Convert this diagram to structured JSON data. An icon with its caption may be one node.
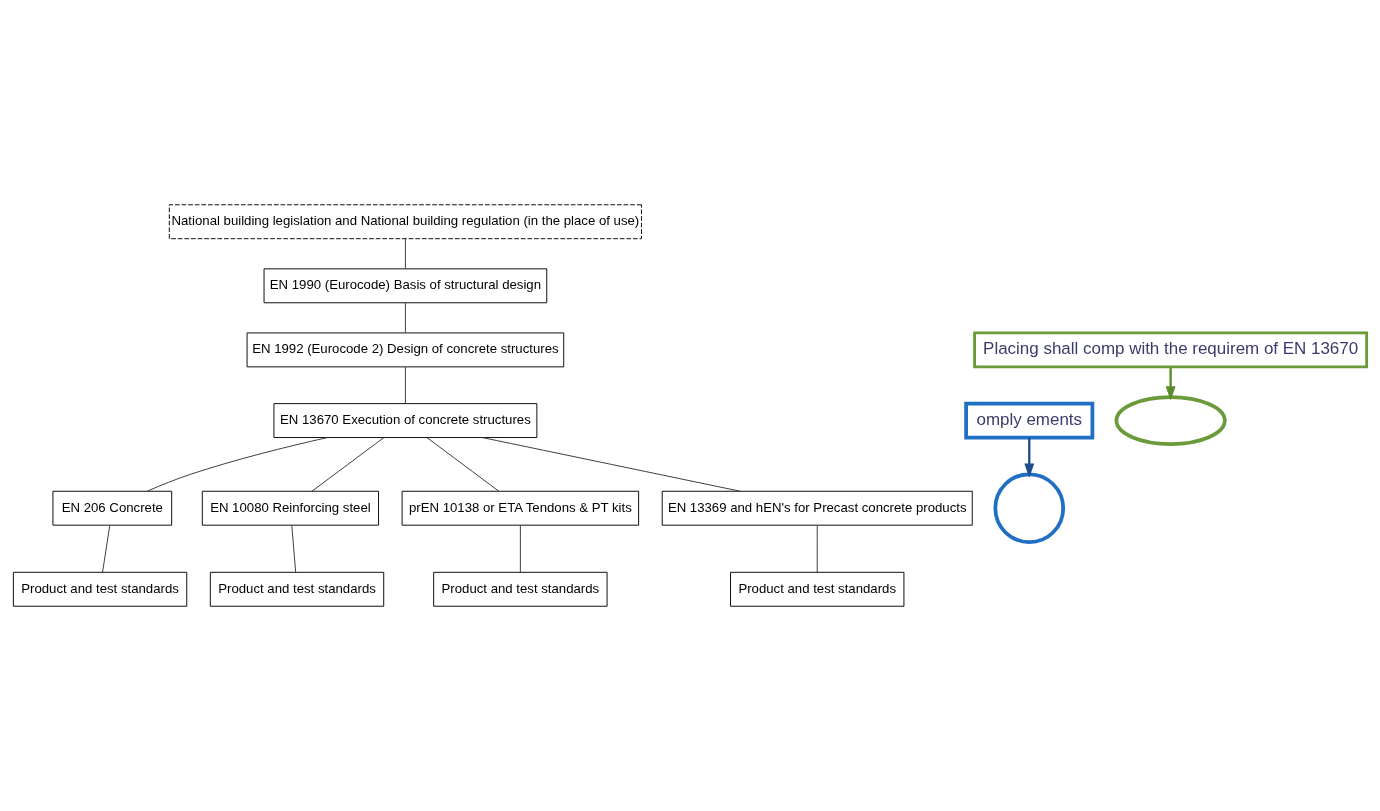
{
  "diagram": {
    "nodes": [
      {
        "text": [
          "National building legislation and National building regulation (in the place of use)"
        ]
      },
      {
        "text": [
          "EN 1990 (Eurocode) Basis of structural design"
        ]
      },
      {
        "text": [
          "EN 1992 (Eurocode 2) Design of concrete structures"
        ]
      },
      {
        "text": [
          "EN 13670 Execution of concrete structures"
        ]
      },
      {
        "text": [
          "EN 206 Concrete"
        ]
      },
      {
        "text": [
          "EN 10080 Reinforcing steel"
        ]
      },
      {
        "text": [
          "prEN 10138 or ETA Tendons & PT kits"
        ]
      },
      {
        "text": [
          "EN 13369 and hEN's for Precast concrete products"
        ]
      },
      {
        "text": [
          "Product and test standards"
        ]
      },
      {
        "text": [
          "Product and test standards"
        ]
      },
      {
        "text": [
          "Product and test standards"
        ]
      },
      {
        "text": [
          "Product and test standards"
        ]
      },
      {
        "text": [
          "omply ements"
        ]
      },
      {
        "text": [
          "Placing shall comp with the requirem of EN 13670"
        ]
      },
      {
        "text": [],
        "shape": "ellipse"
      },
      {
        "text": [],
        "shape": "circle"
      }
    ],
    "edges": [
      {
        "from": 0,
        "to": 1,
        "arrow": "none"
      },
      {
        "from": 1,
        "to": 2,
        "arrow": "none"
      },
      {
        "from": 2,
        "to": 3,
        "arrow": "none"
      },
      {
        "from": 3,
        "to": 4,
        "arrow": "none"
      },
      {
        "from": 3,
        "to": 5,
        "arrow": "none"
      },
      {
        "from": 3,
        "to": 6,
        "arrow": "none"
      },
      {
        "from": 3,
        "to": 7,
        "arrow": "none"
      },
      {
        "from": 4,
        "to": 8,
        "arrow": "none"
      },
      {
        "from": 5,
        "to": 9,
        "arrow": "none"
      },
      {
        "from": 6,
        "to": 10,
        "arrow": "none"
      },
      {
        "from": 7,
        "to": 11,
        "arrow": "none"
      },
      {
        "from": 12,
        "to": 15,
        "arrow": "to",
        "color": "#1f4e8c"
      },
      {
        "from": 13,
        "to": 14,
        "arrow": "to",
        "color": "#5b8c2a"
      }
    ]
  }
}
